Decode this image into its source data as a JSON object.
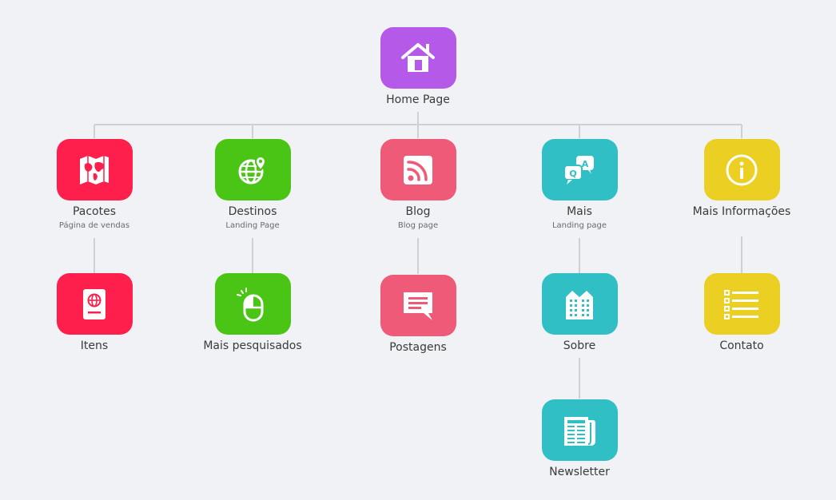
{
  "colors": {
    "line": "#cfd0d4",
    "purple": "#b55ae8",
    "red": "#ff1f4c",
    "green": "#4ac516",
    "pink": "#ef5a78",
    "teal": "#2fbfc4",
    "yellow": "#ebcf22"
  },
  "root": {
    "title": "Home Page",
    "icon": "home-icon"
  },
  "sections": [
    {
      "title": "Pacotes",
      "subtitle": "Página de vendas",
      "icon": "map-icon",
      "child": {
        "title": "Itens",
        "icon": "passport-icon"
      }
    },
    {
      "title": "Destinos",
      "subtitle": "Landing Page",
      "icon": "globe-pin-icon",
      "child": {
        "title": "Mais pesquisados",
        "icon": "mouse-click-icon"
      }
    },
    {
      "title": "Blog",
      "subtitle": "Blog page",
      "icon": "rss-icon",
      "child": {
        "title": "Postagens",
        "icon": "comment-icon"
      }
    },
    {
      "title": "Mais",
      "subtitle": "Landing page",
      "icon": "qa-chat-icon",
      "child": {
        "title": "Sobre",
        "icon": "building-icon"
      },
      "grandchild": {
        "title": "Newsletter",
        "icon": "newspaper-icon"
      }
    },
    {
      "title": "Mais Informações",
      "subtitle": "",
      "icon": "info-icon",
      "child": {
        "title": "Contato",
        "icon": "checklist-icon"
      }
    }
  ]
}
